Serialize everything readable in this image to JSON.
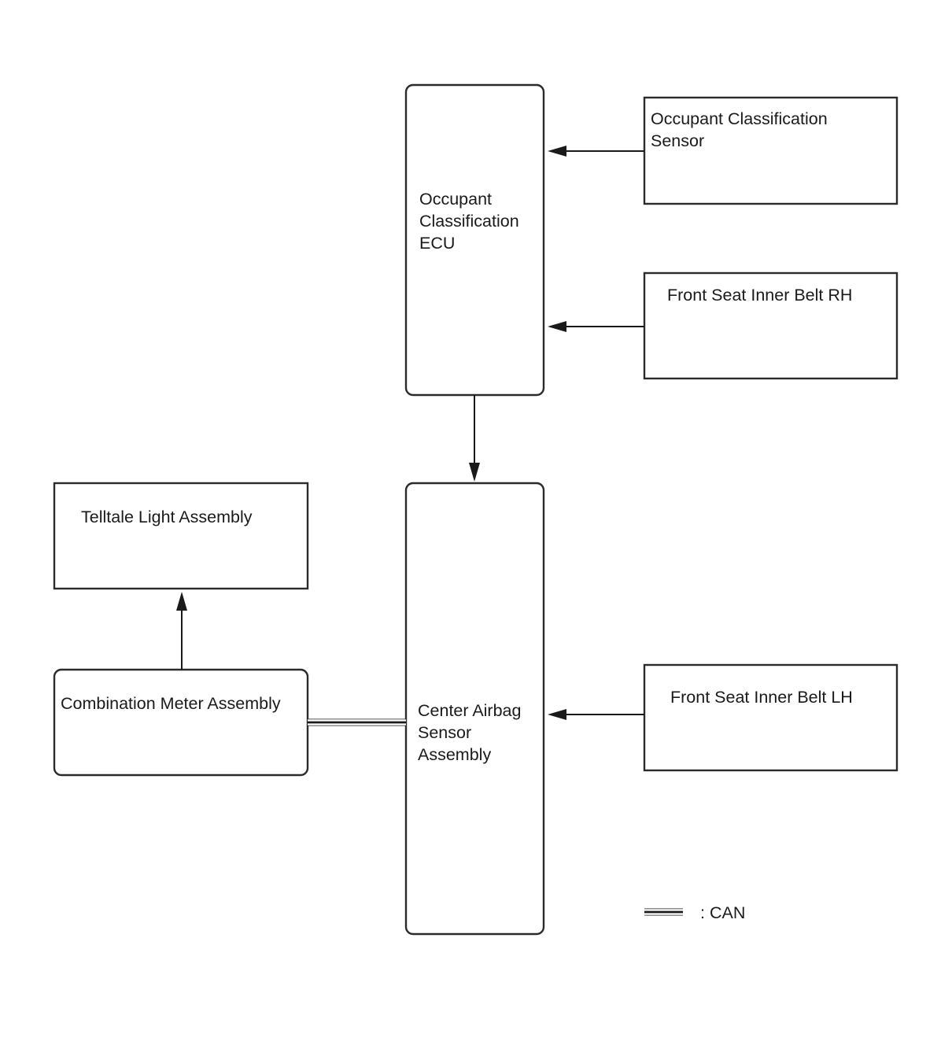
{
  "nodes": {
    "occupant_classification_ecu": [
      "Occupant",
      "Classification",
      "ECU"
    ],
    "occupant_classification_sensor": [
      "Occupant Classification",
      "Sensor"
    ],
    "front_seat_inner_belt_rh": [
      "Front Seat Inner Belt RH"
    ],
    "center_airbag_sensor_assembly": [
      "Center Airbag",
      "Sensor",
      "Assembly"
    ],
    "front_seat_inner_belt_lh": [
      "Front Seat Inner Belt LH"
    ],
    "telltale_light_assembly": [
      "Telltale Light Assembly"
    ],
    "combination_meter_assembly": [
      "Combination Meter Assembly"
    ]
  },
  "edges": [
    {
      "from": "occupant_classification_sensor",
      "to": "occupant_classification_ecu",
      "kind": "arrow"
    },
    {
      "from": "front_seat_inner_belt_rh",
      "to": "occupant_classification_ecu",
      "kind": "arrow"
    },
    {
      "from": "occupant_classification_ecu",
      "to": "center_airbag_sensor_assembly",
      "kind": "arrow"
    },
    {
      "from": "front_seat_inner_belt_lh",
      "to": "center_airbag_sensor_assembly",
      "kind": "arrow"
    },
    {
      "from": "combination_meter_assembly",
      "to": "telltale_light_assembly",
      "kind": "arrow"
    },
    {
      "from": "combination_meter_assembly",
      "to": "center_airbag_sensor_assembly",
      "kind": "CAN"
    }
  ],
  "legend": {
    "can_label": ": CAN"
  }
}
